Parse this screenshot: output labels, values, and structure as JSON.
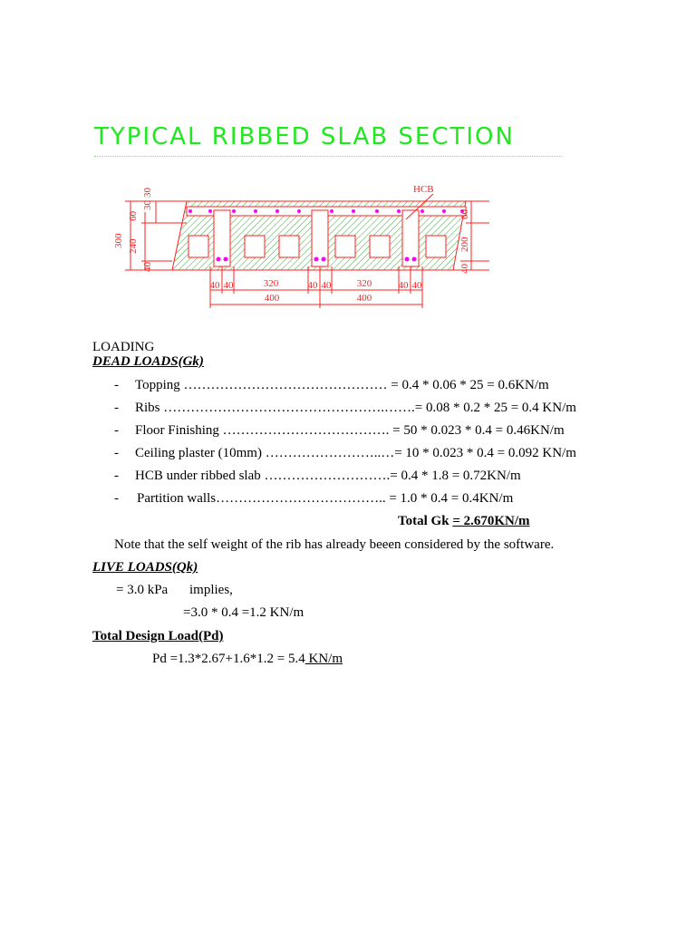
{
  "title": "TYPICAL RIBBED SLAB SECTION",
  "drawing": {
    "hcb_label": "HCB",
    "left_dims": [
      "300",
      "240",
      "60",
      "40",
      "30",
      "30"
    ],
    "right_dims": [
      "60",
      "200",
      "40"
    ],
    "bottom_dims_row1": [
      "40",
      "40",
      "320",
      "40",
      "40",
      "320",
      "40",
      "40"
    ],
    "bottom_dims_row2": [
      "400",
      "400"
    ],
    "colors": {
      "lines": "#ff2020",
      "hatch": "#3aa83a",
      "bars": "#ff00ff"
    }
  },
  "loading_heading": "LOADING",
  "dead_loads_heading": "DEAD LOADS(Gk)",
  "dead_items": [
    {
      "dash": "-",
      "text": "Topping ……………………………………… = 0.4 * 0.06 * 25 =  0.6KN/m"
    },
    {
      "dash": "-",
      "text": "Ribs ………………………………………….…….= 0.08 * 0.2 * 25 = 0.4 KN/m"
    },
    {
      "dash": "-",
      "text": "Floor Finishing ………………………………. = 50 * 0.023 * 0.4 = 0.46KN/m"
    },
    {
      "dash": "-",
      "text": "Ceiling plaster (10mm) ……………………..…= 10 * 0.023 * 0.4 = 0.092 KN/m"
    },
    {
      "dash": "-",
      "text": "HCB under ribbed slab ……………………….= 0.4 * 1.8 = 0.72KN/m"
    },
    {
      "dash": "-",
      "text": "Partition walls……………………………….. = 1.0 * 0.4 = 0.4KN/m"
    }
  ],
  "total_gk_label": "Total Gk ",
  "total_gk_value": "= 2.670KN/m",
  "note": "Note that the self weight of the rib has already beeen considered by the software.",
  "live_loads_heading": "LIVE LOADS(Qk)",
  "live_line1_a": "= 3.0 kPa",
  "live_line1_b": "implies,",
  "live_line2": "=3.0 * 0.4 =1.2 KN/m",
  "total_design_heading": "Total Design Load(Pd)",
  "pd_line_a": "Pd =1.3*2.67+1.6*1.2 = 5.4",
  "pd_line_b": " KN/m"
}
